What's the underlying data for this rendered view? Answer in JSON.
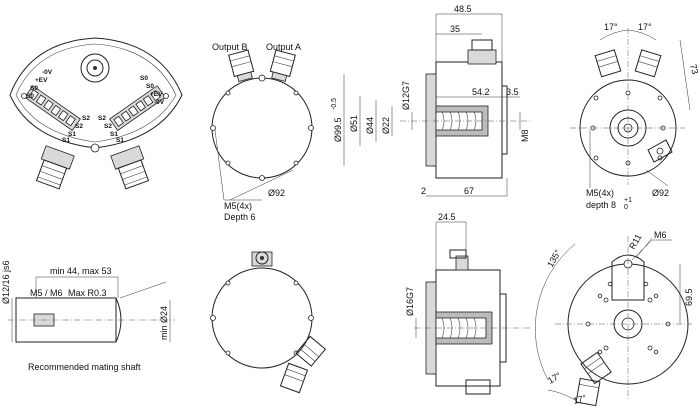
{
  "terminals": {
    "left": [
      "-0V",
      "+EV",
      "S0",
      "S0",
      "S2",
      "S2",
      "S1",
      "S1"
    ],
    "right": [
      "S0",
      "S0",
      "+EV",
      "-0V",
      "S2",
      "S2",
      "S1",
      "S1"
    ]
  },
  "view_top_middle": {
    "output_b": "Output B",
    "output_a": "Output A",
    "dia": "Ø92",
    "holes": "M5(4x)",
    "depth": "Depth 6"
  },
  "side_top": {
    "len_48": "48.5",
    "len_35": "35",
    "len_54": "54.2",
    "len_35b": "3.5",
    "len_2": "2",
    "len_67": "67",
    "d_995": "Ø99.5",
    "d_995_tol": "-0.5",
    "d_51": "Ø51",
    "d_44": "Ø44",
    "d_22": "Ø22",
    "d_12g7": "Ø12G7",
    "m8": "M8"
  },
  "view_top_right": {
    "ang1": "17°",
    "ang2": "17°",
    "len_73": "73",
    "holes": "M5(4x)",
    "depth": "depth 8",
    "depth_tol": "+1",
    "depth_tol2": "0",
    "dia": "Ø92"
  },
  "shaft": {
    "dia": "Ø12/16 js6",
    "min44": "min 44, max 53",
    "thread": "M5 / M6",
    "radius": "Max R0.3",
    "min24": "min Ø24",
    "caption": "Recommended mating shaft"
  },
  "side_bottom": {
    "len_245": "24.5",
    "d_16g7": "Ø16G7"
  },
  "view_bottom_right": {
    "r11": "R11",
    "m6": "M6",
    "ang135": "135°",
    "len_695": "69.5",
    "ang17a": "17°",
    "ang17b": "17°"
  }
}
